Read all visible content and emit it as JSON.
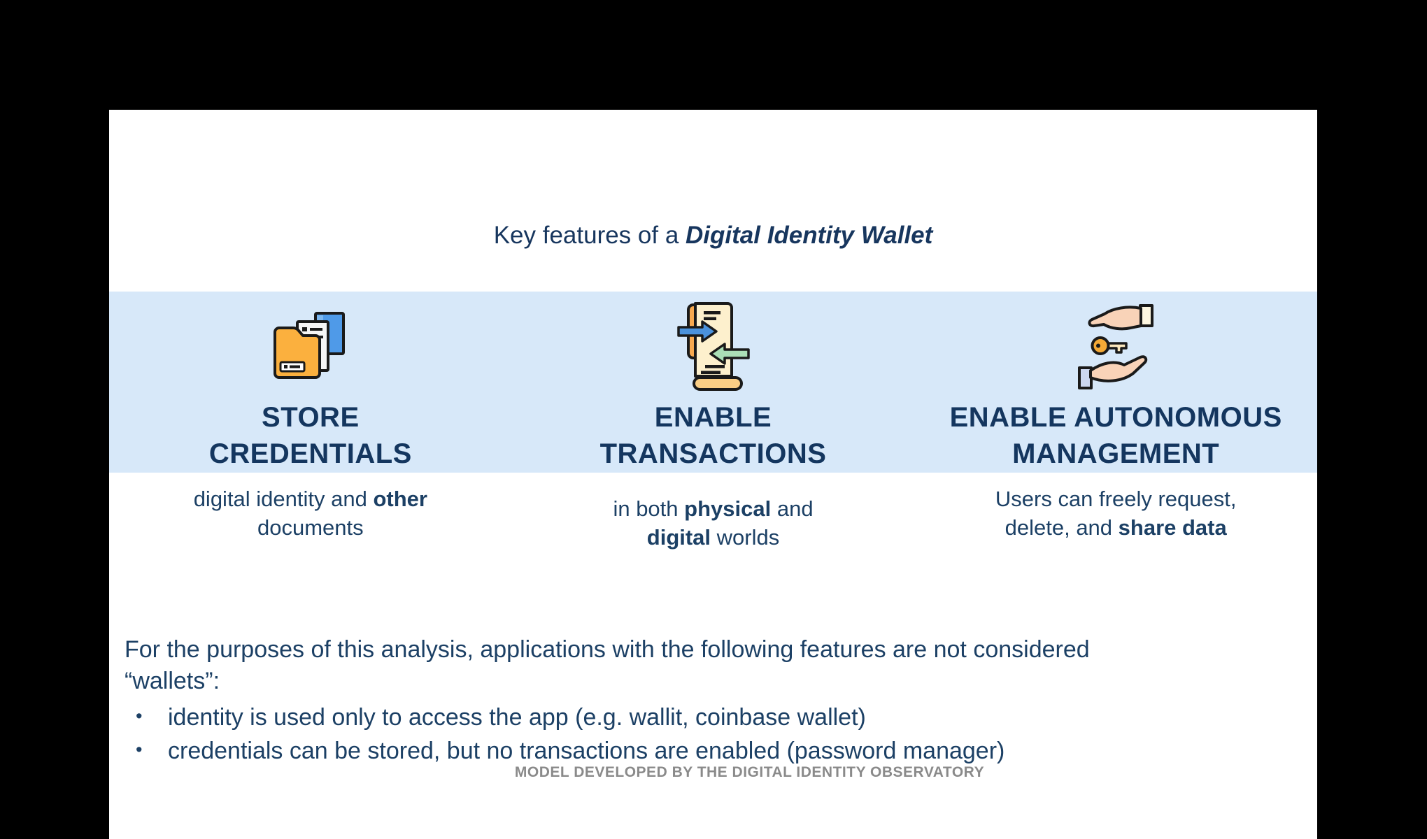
{
  "slide": {
    "title": {
      "prefix": "Key features of a ",
      "emphasis": "Digital Identity Wallet"
    },
    "features": [
      {
        "id": "store-credentials",
        "icon": "folder-documents-icon",
        "heading_lines": [
          "STORE",
          "CREDENTIALS"
        ],
        "description_lines": [
          [
            {
              "text": "digital identity and ",
              "bold": false
            },
            {
              "text": "other",
              "bold": true
            }
          ],
          [
            {
              "text": "documents",
              "bold": false
            }
          ]
        ]
      },
      {
        "id": "enable-transactions",
        "icon": "transaction-document-icon",
        "heading_lines": [
          "ENABLE",
          "TRANSACTIONS"
        ],
        "description_lines": [
          [
            {
              "text": "in both ",
              "bold": false
            },
            {
              "text": "physical",
              "bold": true
            },
            {
              "text": " and",
              "bold": false
            }
          ],
          [
            {
              "text": "digital",
              "bold": true
            },
            {
              "text": " worlds",
              "bold": false
            }
          ]
        ]
      },
      {
        "id": "enable-autonomous-management",
        "icon": "hands-key-icon",
        "heading_lines": [
          "ENABLE AUTONOMOUS",
          "MANAGEMENT"
        ],
        "description_lines": [
          [
            {
              "text": "Users can freely request,",
              "bold": false
            }
          ],
          [
            {
              "text": "delete, and ",
              "bold": false
            },
            {
              "text": "share data",
              "bold": true
            }
          ]
        ]
      }
    ],
    "exclusions": {
      "intro_line1": "For the purposes of this analysis, applications with the following features are not considered",
      "intro_line2": "“wallets”:",
      "bullets": [
        "identity is used only to access the app (e.g. wallit, coinbase wallet)",
        "credentials can be stored, but no transactions are enabled (password manager)"
      ]
    },
    "footer": "MODEL DEVELOPED BY THE DIGITAL IDENTITY OBSERVATORY"
  },
  "colors": {
    "slide_background": "#ffffff",
    "canvas_background": "#000000",
    "band_blue": "#d7e8f9",
    "heading_navy": "#14365f",
    "body_navy": "#1c4065",
    "footer_gray": "#8a8a8a",
    "folder_yellow": "#fbb03e",
    "document_blue": "#4f9ae8",
    "scroll_cream": "#fdf0cd",
    "scroll_orange": "#f8a94f",
    "arrow_blue": "#4b92dc",
    "arrow_green": "#abdfb6",
    "hand_skin": "#f9d3b8",
    "cuff_cream": "#fdf6e0",
    "cuff_blue": "#ccd7f0",
    "key_gold": "#f4a936"
  }
}
